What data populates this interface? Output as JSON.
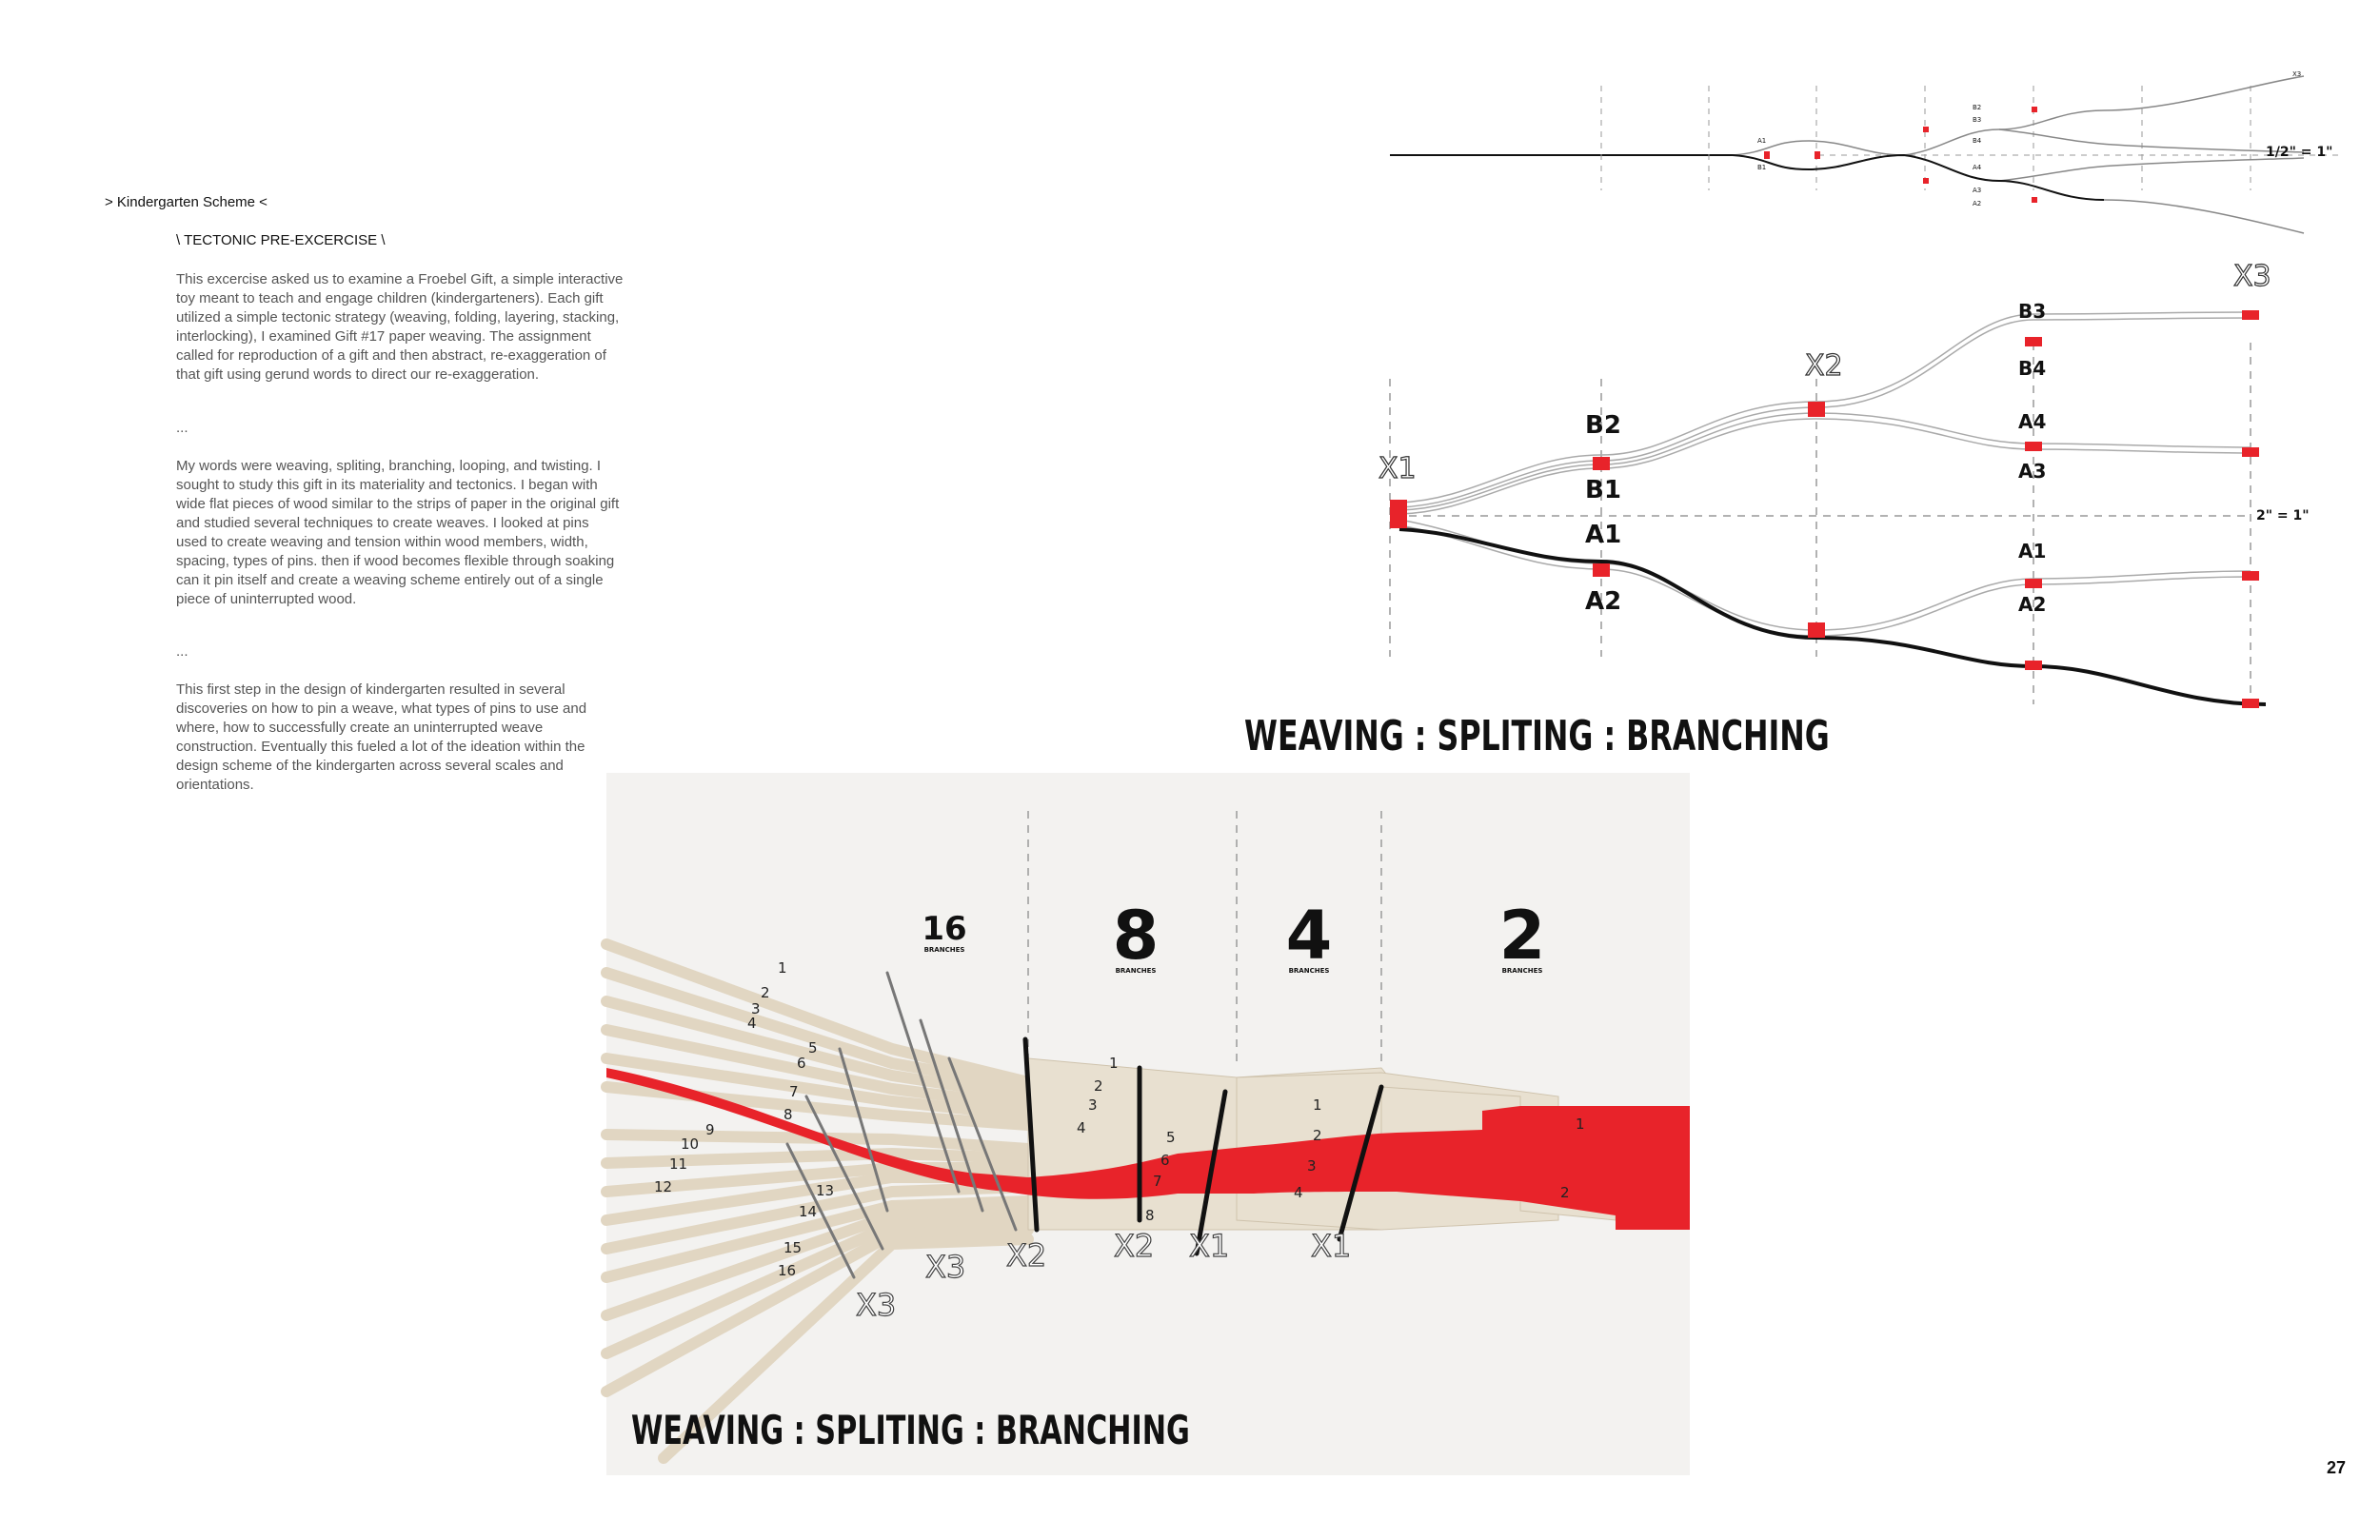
{
  "text": {
    "heading": "> Kindergarten Scheme <",
    "subheading": "\\ TECTONIC PRE-EXCERCISE \\",
    "paragraph_1": "This excercise asked us to examine a Froebel Gift, a simple interactive toy meant to teach and engage children (kindergarteners). Each gift utilized a simple tectonic strategy (weaving, folding, layering, stacking, interlocking), I examined Gift #17 paper weaving. The assignment called for reproduction of a gift and then abstract, re-exaggeration of that gift using gerund words to direct our re-exaggeration.",
    "ellipsis_1": "...",
    "paragraph_2": "My words were weaving, spliting, branching, looping, and twisting. I sought to study this gift in its materiality and tectonics. I began with wide flat pieces of wood similar to the strips of paper in the original gift and studied several techniques to create weaves. I looked at pins used to create weaving and tension within wood members, width, spacing, types of pins. then if wood becomes flexible through soaking can it pin itself and create a weaving scheme entirely out of a single piece of uninterrupted wood.",
    "ellipsis_2": "...",
    "paragraph_3": "This first step in the design of kindergarten resulted in several discoveries on how to pin a weave, what types of pins to use and where,  how to successfully create an uninterrupted weave construction. Eventually this fueled a lot of the ideation within the design scheme of the kindergarten across several scales and orientations.",
    "title_top": "WEAVING : SPLITING : BRANCHING",
    "title_bottom": "WEAVING : SPLITING : BRANCHING",
    "page_number": "27"
  },
  "small_diagram": {
    "scale": "1/2\" = 1\"",
    "labels": [
      "A1",
      "B1",
      "B2",
      "B3",
      "B4",
      "A4",
      "A3",
      "A2",
      "X3"
    ]
  },
  "large_diagram": {
    "scale": "2\" = 1\"",
    "nodes": [
      "X1",
      "X2",
      "X3"
    ],
    "labels": [
      "B2",
      "B1",
      "B3",
      "B4",
      "A1",
      "A2",
      "A4",
      "A3",
      "A1",
      "A2"
    ]
  },
  "photo": {
    "branch_counts": [
      {
        "count": "16",
        "label": "BRANCHES"
      },
      {
        "count": "8",
        "label": "BRANCHES"
      },
      {
        "count": "4",
        "label": "BRANCHES"
      },
      {
        "count": "2",
        "label": "BRANCHES"
      }
    ],
    "pin_labels": [
      "X3",
      "X3",
      "X2",
      "X2",
      "X1",
      "X1"
    ],
    "strip_numbers_16": [
      "1",
      "2",
      "3",
      "4",
      "5",
      "6",
      "7",
      "8",
      "9",
      "10",
      "11",
      "12",
      "13",
      "14",
      "15",
      "16"
    ],
    "strip_numbers_8": [
      "1",
      "2",
      "3",
      "4",
      "5",
      "6",
      "7",
      "8"
    ],
    "strip_numbers_4": [
      "1",
      "2",
      "3",
      "4"
    ],
    "strip_numbers_2": [
      "1",
      "2"
    ]
  },
  "colors": {
    "accent_red": "#e8232a",
    "wood": "#e6dccb",
    "photo_bg": "#f3f2f0",
    "ink": "#111111"
  }
}
